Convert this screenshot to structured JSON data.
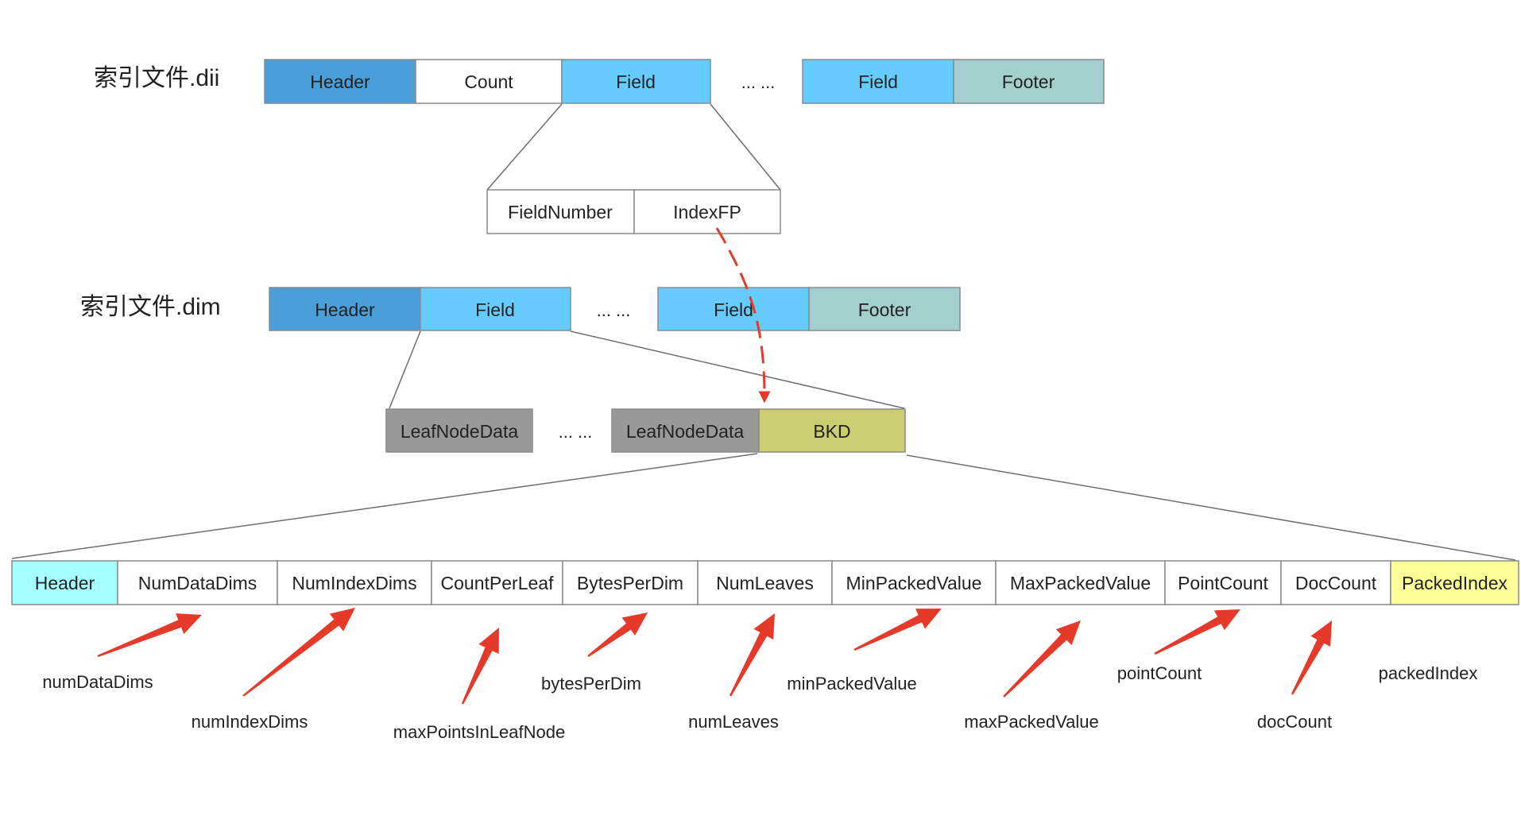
{
  "dii": {
    "title": "索引文件.dii",
    "boxes": [
      {
        "label": "Header",
        "color": "#4a9fd8"
      },
      {
        "label": "Count",
        "color": "#ffffff"
      },
      {
        "label": "Field",
        "color": "#66ccff"
      },
      {
        "label": "Field",
        "color": "#66ccff"
      },
      {
        "label": "Footer",
        "color": "#a3cfcf"
      }
    ],
    "ellipsis": "... ..."
  },
  "field_detail": {
    "boxes": [
      {
        "label": "FieldNumber",
        "color": "#ffffff"
      },
      {
        "label": "IndexFP",
        "color": "#ffffff"
      }
    ]
  },
  "dim": {
    "title": "索引文件.dim",
    "boxes": [
      {
        "label": "Header",
        "color": "#4a9fd8"
      },
      {
        "label": "Field",
        "color": "#66ccff"
      },
      {
        "label": "Field",
        "color": "#66ccff"
      },
      {
        "label": "Footer",
        "color": "#a3cfcf"
      }
    ],
    "ellipsis": "... ..."
  },
  "leaf_row": {
    "boxes": [
      {
        "label": "LeafNodeData",
        "color": "#999999"
      },
      {
        "label": "LeafNodeData",
        "color": "#999999"
      },
      {
        "label": "BKD",
        "color": "#cccc70"
      }
    ],
    "ellipsis": "... ..."
  },
  "bkd_row": {
    "boxes": [
      {
        "label": "Header",
        "color": "#a6ffff"
      },
      {
        "label": "NumDataDims",
        "color": "#ffffff"
      },
      {
        "label": "NumIndexDims",
        "color": "#ffffff"
      },
      {
        "label": "CountPerLeaf",
        "color": "#ffffff"
      },
      {
        "label": "BytesPerDim",
        "color": "#ffffff"
      },
      {
        "label": "NumLeaves",
        "color": "#ffffff"
      },
      {
        "label": "MinPackedValue",
        "color": "#ffffff"
      },
      {
        "label": "MaxPackedValue",
        "color": "#ffffff"
      },
      {
        "label": "PointCount",
        "color": "#ffffff"
      },
      {
        "label": "DocCount",
        "color": "#ffffff"
      },
      {
        "label": "PackedIndex",
        "color": "#ffff99"
      }
    ]
  },
  "annotations": [
    "numDataDims",
    "numIndexDims",
    "maxPointsInLeafNode",
    "bytesPerDim",
    "numLeaves",
    "minPackedValue",
    "maxPackedValue",
    "pointCount",
    "docCount",
    "packedIndex"
  ],
  "colors": {
    "border": "#8a8a8a",
    "connector": "#6e6e6e",
    "arrow": "#e53a2a",
    "text": "#222222"
  }
}
